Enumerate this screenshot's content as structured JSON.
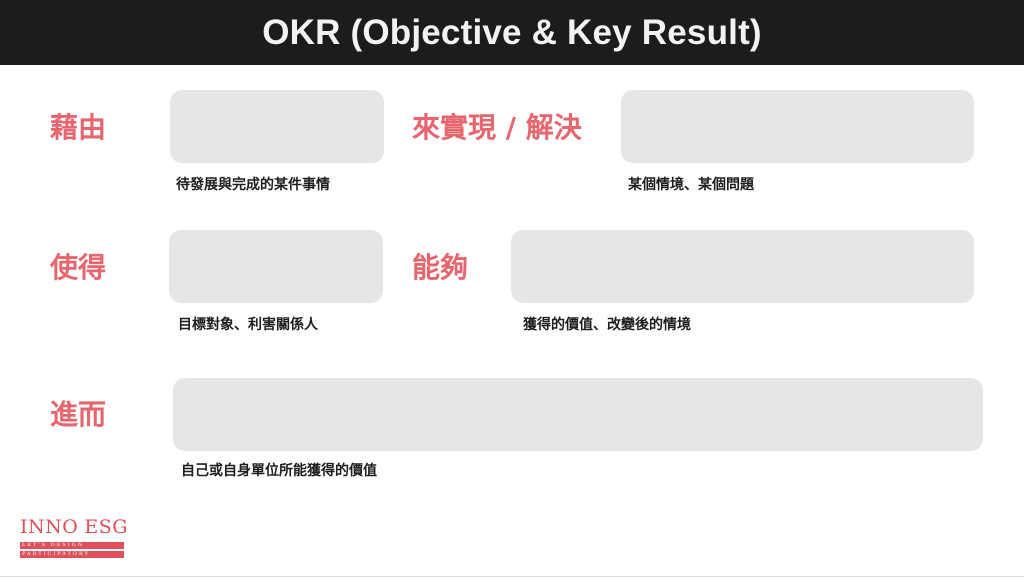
{
  "title": "OKR (Objective & Key Result)",
  "rows": {
    "row1": {
      "keyword_left": "藉由",
      "hint_left": "待發展與完成的某件事情",
      "keyword_right": "來實現 / 解決",
      "hint_right": "某個情境、某個問題"
    },
    "row2": {
      "keyword_left": "使得",
      "hint_left": "目標對象、利害關係人",
      "keyword_right": "能夠",
      "hint_right": "獲得的價值、改變後的情境"
    },
    "row3": {
      "keyword": "進而",
      "hint": "自己或自身單位所能獲得的價值"
    }
  },
  "logo": {
    "brand_left": "INNO",
    "brand_right": "ESG",
    "tagline_1": "LET'S DESIGN",
    "tagline_2": "PARTICIPATORY"
  },
  "colors": {
    "accent": "#e8656e",
    "title_bar": "#1c1c1c",
    "box_fill": "#e6e6e6"
  }
}
